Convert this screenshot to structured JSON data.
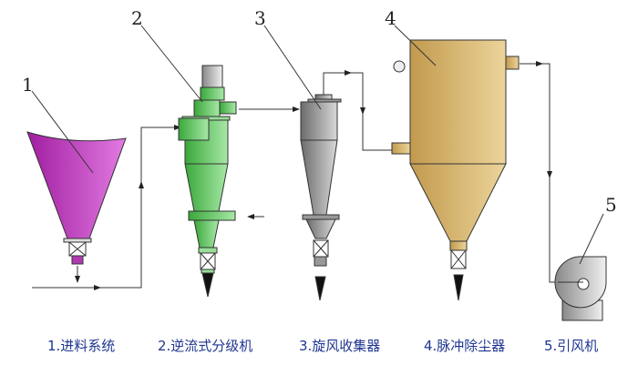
{
  "components": [
    {
      "num": "1",
      "label": "1.进料系统",
      "color": "#c03ec0"
    },
    {
      "num": "2",
      "label": "2.逆流式分级机",
      "color": "#4fc04f"
    },
    {
      "num": "3",
      "label": "3.旋风收集器",
      "color": "#8a8a8a"
    },
    {
      "num": "4",
      "label": "4.脉冲除尘器",
      "color": "#c9a45a"
    },
    {
      "num": "5",
      "label": "5.引风机",
      "color": "#bcbcbc"
    }
  ]
}
